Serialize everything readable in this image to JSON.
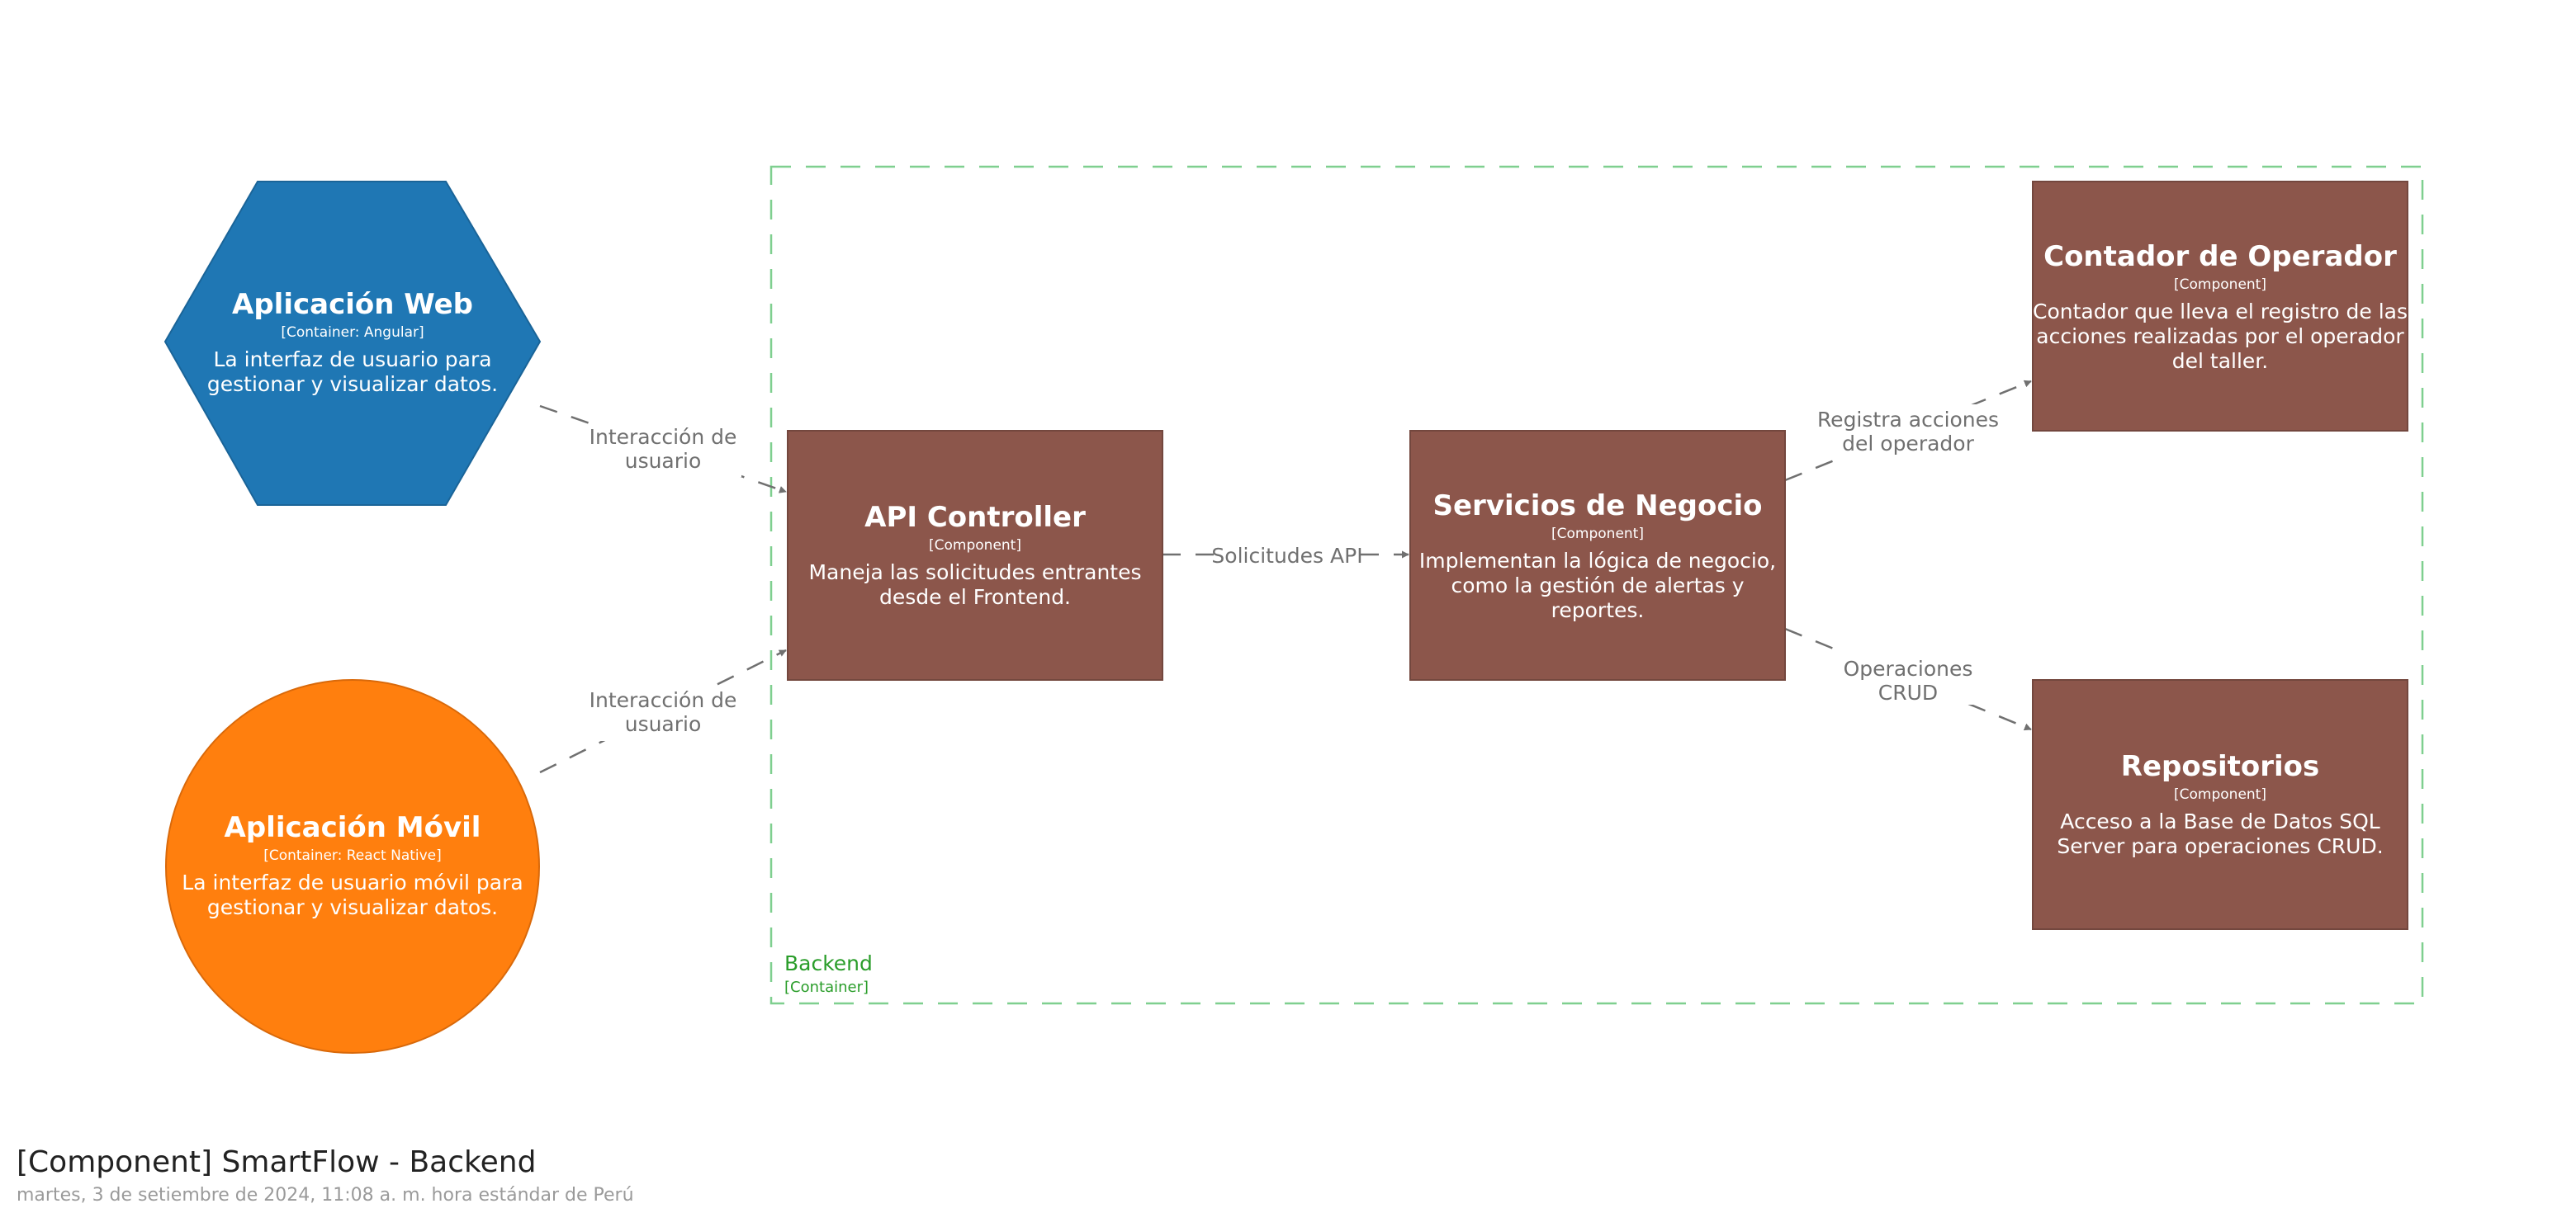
{
  "diagram": {
    "title": "[Component] SmartFlow - Backend",
    "date": "martes, 3 de setiembre de 2024, 11:08 a. m. hora estándar de Perú",
    "boundary": {
      "name": "Backend",
      "type": "[Container]",
      "color": "#7fcf8f"
    },
    "nodes": {
      "web": {
        "name": "Aplicación Web",
        "type": "[Container: Angular]",
        "desc": [
          "La interfaz de usuario para",
          "gestionar y visualizar datos."
        ],
        "shape": "hexagon",
        "color": "#1f77b4"
      },
      "mobile": {
        "name": "Aplicación Móvil",
        "type": "[Container: React Native]",
        "desc": [
          "La interfaz de usuario móvil para",
          "gestionar y visualizar datos."
        ],
        "shape": "circle",
        "color": "#ff7f0e"
      },
      "api": {
        "name": "API Controller",
        "type": "[Component]",
        "desc": [
          "Maneja las solicitudes entrantes",
          "desde el Frontend."
        ],
        "color": "#8c564b"
      },
      "services": {
        "name": "Servicios de Negocio",
        "type": "[Component]",
        "desc": [
          "Implementan la lógica de negocio,",
          "como la gestión de alertas y",
          "reportes."
        ],
        "color": "#8c564b"
      },
      "counter": {
        "name": "Contador de Operador",
        "type": "[Component]",
        "desc": [
          "Contador que lleva el registro de las",
          "acciones realizadas por el operador",
          "del taller."
        ],
        "color": "#8c564b"
      },
      "repos": {
        "name": "Repositorios",
        "type": "[Component]",
        "desc": [
          "Acceso a la Base de Datos SQL",
          "Server para operaciones CRUD."
        ],
        "color": "#8c564b"
      }
    },
    "edges": {
      "web_api": {
        "label": [
          "Interacción de",
          "usuario"
        ]
      },
      "mobile_api": {
        "label": [
          "Interacción de",
          "usuario"
        ]
      },
      "api_services": {
        "label": [
          "Solicitudes API"
        ]
      },
      "services_counter": {
        "label": [
          "Registra acciones",
          "del operador"
        ]
      },
      "services_repos": {
        "label": [
          "Operaciones",
          "CRUD"
        ]
      }
    }
  }
}
